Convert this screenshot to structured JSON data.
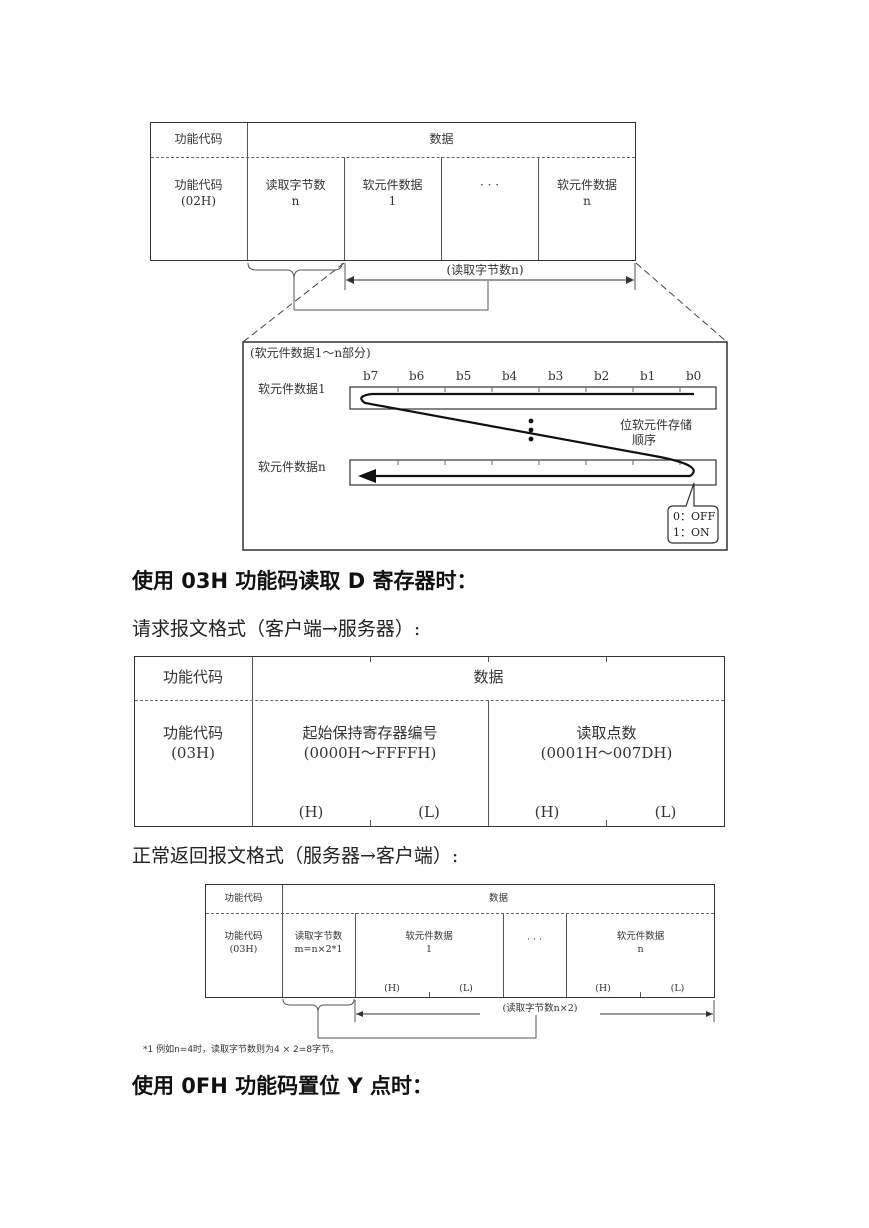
{
  "table1": {
    "header_func": "功能代码",
    "header_data": "数据",
    "func_line1": "功能代码",
    "func_line2": "(02H)",
    "col1_line1": "读取字节数",
    "col1_line2": "n",
    "col2_line1": "软元件数据",
    "col2_line2": "1",
    "col3": "· · ·",
    "col4_line1": "软元件数据",
    "col4_line2": "n",
    "span_label": "(读取字节数n)"
  },
  "detail": {
    "title": "(软元件数据1～n部分)",
    "bits": [
      "b7",
      "b6",
      "b5",
      "b4",
      "b3",
      "b2",
      "b1",
      "b0"
    ],
    "row1_label": "软元件数据1",
    "rown_label": "软元件数据n",
    "order_line1": "位软元件存储",
    "order_line2": "顺序",
    "callout_line1": "0：OFF",
    "callout_line2": "1：ON"
  },
  "heading1": "使用 03H 功能码读取 D 寄存器时：",
  "request_caption": "请求报文格式（客户端→服务器）:",
  "table2": {
    "header_func": "功能代码",
    "header_data": "数据",
    "func_line1": "功能代码",
    "func_line2": "(03H)",
    "col1_line1": "起始保持寄存器编号",
    "col1_line2": "(0000H～FFFFH)",
    "col2_line1": "读取点数",
    "col2_line2": "(0001H～007DH)",
    "h": "(H)",
    "l": "(L)"
  },
  "response_caption": "正常返回报文格式（服务器→客户端）:",
  "table3": {
    "header_func": "功能代码",
    "header_data": "数据",
    "func_line1": "功能代码",
    "func_line2": "(03H)",
    "col1_line1": "读取字节数",
    "col1_line2": "m=n×2*1",
    "col2_line1": "软元件数据",
    "col2_line2": "1",
    "col3": "· · ·",
    "col4_line1": "软元件数据",
    "col4_line2": "n",
    "h": "(H)",
    "l": "(L)",
    "span_label": "(读取字节数n×2)"
  },
  "footnote": "*1  例如n=4时，读取字节数则为4 × 2=8字节。",
  "heading2": "使用 0FH 功能码置位 Y 点时："
}
